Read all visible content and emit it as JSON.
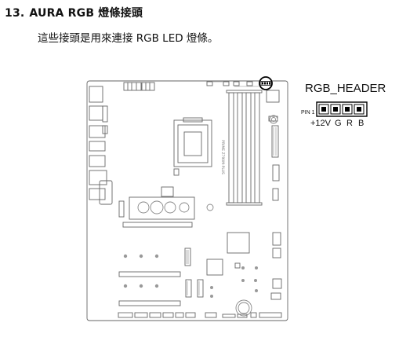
{
  "section": {
    "number": "13.",
    "title": "AURA RGB 燈條接頭",
    "description": "這些接頭是用來連接 RGB LED 燈條。"
  },
  "header_diagram": {
    "title": "RGB_HEADER",
    "pin1_label": "PIN 1",
    "pins": [
      "+12V",
      "G",
      "R",
      "B"
    ]
  },
  "board": {
    "chip_label": "PRIME Z790M-PLUS"
  }
}
